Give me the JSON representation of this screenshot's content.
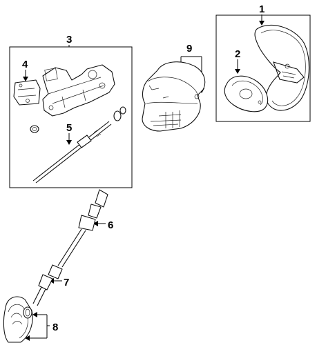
{
  "callouts": [
    "1",
    "2",
    "3",
    "4",
    "5",
    "6",
    "7",
    "8",
    "9"
  ]
}
